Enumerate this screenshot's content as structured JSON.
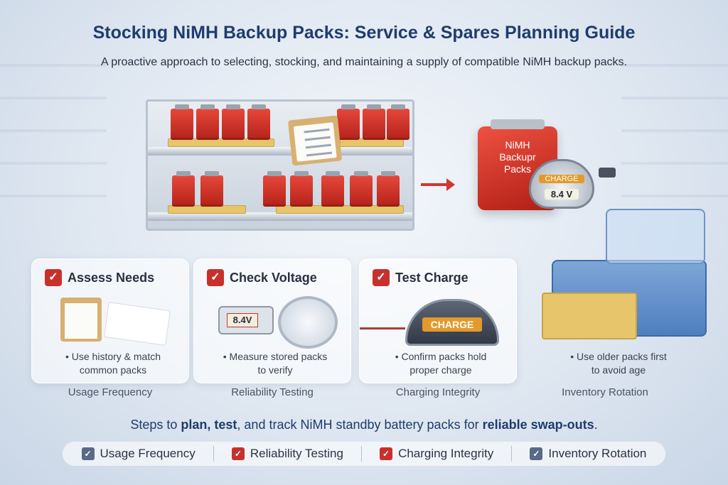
{
  "header": {
    "title": "Stocking NiMH Backup Packs: Service & Spares Planning Guide",
    "subtitle": "A proactive approach to selecting, stocking, and maintaining a supply of compatible NiMH backup packs."
  },
  "hero": {
    "pack_label_line1": "NiMH",
    "pack_label_line2": "Backupr",
    "pack_label_line3": "Packs",
    "gauge_label": "CHARGE",
    "gauge_voltage": "8.4 V"
  },
  "cards": [
    {
      "title": "Assess Needs",
      "bullet_line1": "• Use history & match",
      "bullet_line2": "common packs",
      "caption": "Usage Frequency",
      "icon": "check-icon"
    },
    {
      "title": "Check Voltage",
      "bullet_line1": "• Measure stored packs",
      "bullet_line2": "to verify",
      "caption": "Reliability Testing",
      "meter_reading": "8.4V",
      "icon": "check-icon"
    },
    {
      "title": "Test Charge",
      "bullet_line1": "• Confirm packs hold",
      "bullet_line2": "proper charge",
      "caption": "Charging Integrity",
      "gauge_label": "CHARGE",
      "icon": "check-icon"
    },
    {
      "bullet_line1": "• Use older packs first",
      "bullet_line2": "to avoid age",
      "caption": "Inventory Rotation"
    }
  ],
  "summary": {
    "prefix": "Steps to ",
    "bold1": "plan, test",
    "mid1": ", and track ",
    "bold2": "NiMH",
    "mid2": " standby battery packs for ",
    "bold3": "reliable swap-outs",
    "suffix": "."
  },
  "legend": [
    {
      "label": "Usage Frequency",
      "color": "#5a6a86"
    },
    {
      "label": "Reliability Testing",
      "color": "#c9302c"
    },
    {
      "label": "Charging Integrity",
      "color": "#c9302c"
    },
    {
      "label": "Inventory Rotation",
      "color": "#5a6a86"
    }
  ],
  "colors": {
    "accent_red": "#c9302c",
    "title_blue": "#1f3c6e",
    "tray_gold": "#e6c56b"
  }
}
